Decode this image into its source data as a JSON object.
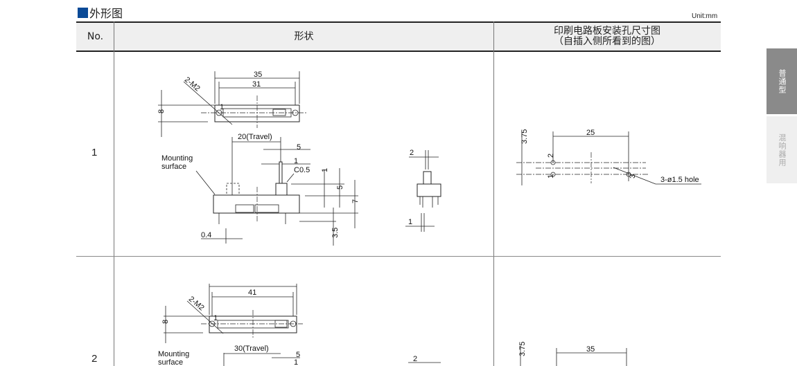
{
  "section": {
    "title": "外形图",
    "unit": "Unit:mm",
    "accent_color": "#0a4a97"
  },
  "table": {
    "headers": {
      "no": "No.",
      "shape": "形状",
      "pcb_line1": "印刷电路板安装孔尺寸图",
      "pcb_line2": "（自插入侧所看到的图）"
    },
    "rows": [
      {
        "no": "1",
        "shape": {
          "d_total": "35",
          "d_pitch": "31",
          "screw": "2-M2",
          "d_width": "8",
          "pin1": "1",
          "travel": "20(Travel)",
          "d_lever": "5",
          "d_lever_w": "1",
          "chamfer": "C0.5",
          "mount_line1": "Mounting",
          "mount_line2": "surface",
          "d_top": "1",
          "d_knob": "5",
          "d_height": "7",
          "d_pin_len": "3.5",
          "d_pin_t": "0.4",
          "end_d_top": "2",
          "end_d_bottom": "1"
        },
        "pcb": {
          "d_span": "25",
          "d_offset": "3.75",
          "pin1": "1",
          "pin2": "2",
          "pin3": "3",
          "hole": "3-ø1.5 hole"
        }
      },
      {
        "no": "2",
        "shape": {
          "d_pitch": "41",
          "screw": "2-M2",
          "d_width": "8",
          "pin1": "1",
          "travel": "30(Travel)",
          "d_lever": "5",
          "d_lever_w": "1",
          "mount_line1": "Mounting",
          "mount_line2": "surface",
          "end_d_top": "2"
        },
        "pcb": {
          "d_span": "35",
          "d_offset": "3.75"
        }
      }
    ]
  },
  "side_tabs": [
    {
      "label": "普通型",
      "active": true
    },
    {
      "label": "混响器用",
      "active": false
    }
  ]
}
